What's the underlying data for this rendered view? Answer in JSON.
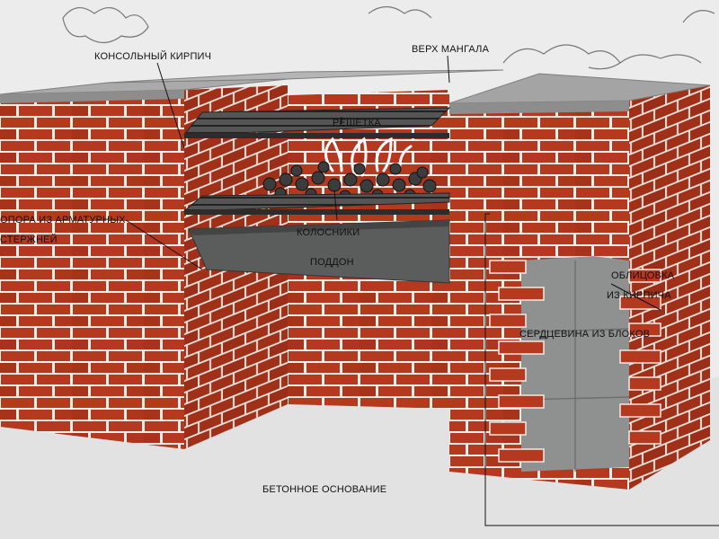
{
  "diagram": {
    "labels": {
      "corbel_brick": "КОНСОЛЬНЫЙ КИРПИЧ",
      "top": "ВЕРХ МАНГАЛА",
      "grill": "РЕШЕТКА",
      "rebar_support_1": "ОПОРА ИЗ АРМАТУРНЫХ",
      "rebar_support_2": "СТЕРЖНЕЙ",
      "grate_bars": "КОЛОСНИКИ",
      "tray": "ПОДДОН",
      "brick_facing_1": "ОБЛИЦОВКА",
      "brick_facing_2": "ИЗ КИРПИЧА",
      "block_core": "СЕРДЦЕВИНА ИЗ БЛОКОВ",
      "concrete_base": "БЕТОННОЕ ОСНОВАНИЕ"
    },
    "colors": {
      "brick": "#b5391f",
      "mortar": "#f1ece6",
      "slab": "#a9aaa9",
      "ground": "#e4e4e4",
      "block": "#8e908f",
      "tray": "#5b5c5c",
      "grill": "#3a3a3a"
    }
  }
}
